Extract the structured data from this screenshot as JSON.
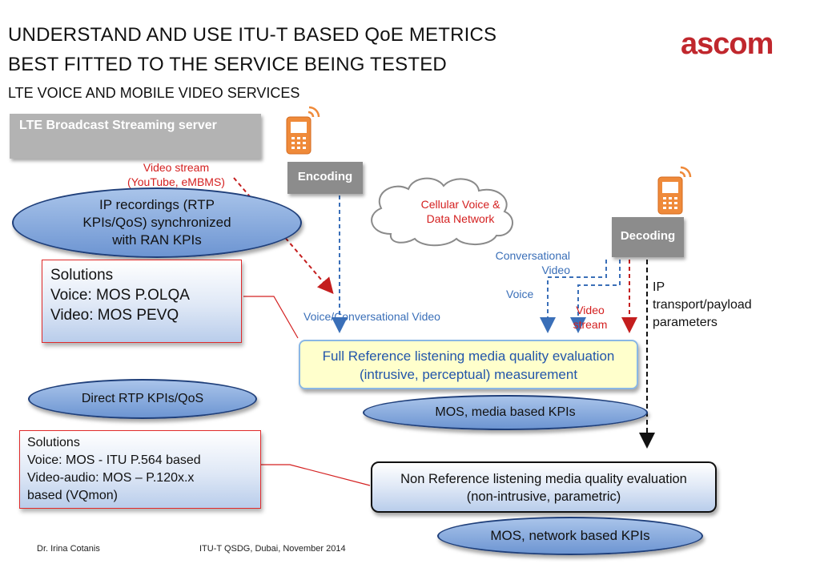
{
  "header": {
    "title_line1": "UNDERSTAND AND USE ITU-T BASED QoE METRICS",
    "title_line2": "BEST FITTED TO THE SERVICE BEING TESTED",
    "subtitle": "LTE VOICE AND MOBILE VIDEO SERVICES",
    "logo": "ascom"
  },
  "server": {
    "label": "LTE Broadcast Streaming server"
  },
  "encoding": {
    "label": "Encoding"
  },
  "decoding": {
    "label": "Decoding"
  },
  "network": {
    "line1": "Cellular Voice &",
    "line2": "Data Network"
  },
  "video_stream_top": {
    "line1": "Video stream",
    "line2": "(YouTube, eMBMS)"
  },
  "ip_recordings": {
    "line1": "IP recordings (RTP",
    "line2": "KPIs/QoS) synchronized",
    "line3": "with RAN KPIs"
  },
  "solutions1": {
    "line1": "Solutions",
    "line2": "Voice: MOS P.OLQA",
    "line3": "Video: MOS PEVQ"
  },
  "flows": {
    "conversational_video_line1": "Conversational",
    "conversational_video_line2": "Video",
    "voice": "Voice",
    "voice_conversational_video": "Voice/Conversational Video",
    "video_stream_line1": "Video",
    "video_stream_line2": "stream"
  },
  "ip_params": {
    "line1": "IP",
    "line2": "transport/payload",
    "line3": "parameters"
  },
  "full_reference": {
    "line1": "Full Reference listening media quality evaluation",
    "line2": "(intrusive, perceptual) measurement"
  },
  "direct_rtp": {
    "label": "Direct RTP KPIs/QoS"
  },
  "mos_media": {
    "label": "MOS, media based KPIs"
  },
  "solutions2": {
    "line1": "Solutions",
    "line2": "Voice: MOS - ITU P.564 based",
    "line3": "Video-audio: MOS – P.120x.x",
    "line4": "based (VQmon)"
  },
  "non_reference": {
    "line1": "Non Reference listening media quality evaluation",
    "line2": "(non-intrusive, parametric)"
  },
  "mos_network": {
    "label": "MOS, network based KPIs"
  },
  "footer": {
    "author": "Dr. Irina Cotanis",
    "event": "ITU-T QSDG, Dubai, November  2014"
  },
  "colors": {
    "accent_red": "#c0272d",
    "flow_blue": "#3a6fb8",
    "flow_red": "#d42020",
    "ellipse_fill": "#7fa3d8"
  },
  "icons": [
    "mobile-phone-icon",
    "cloud-icon"
  ]
}
